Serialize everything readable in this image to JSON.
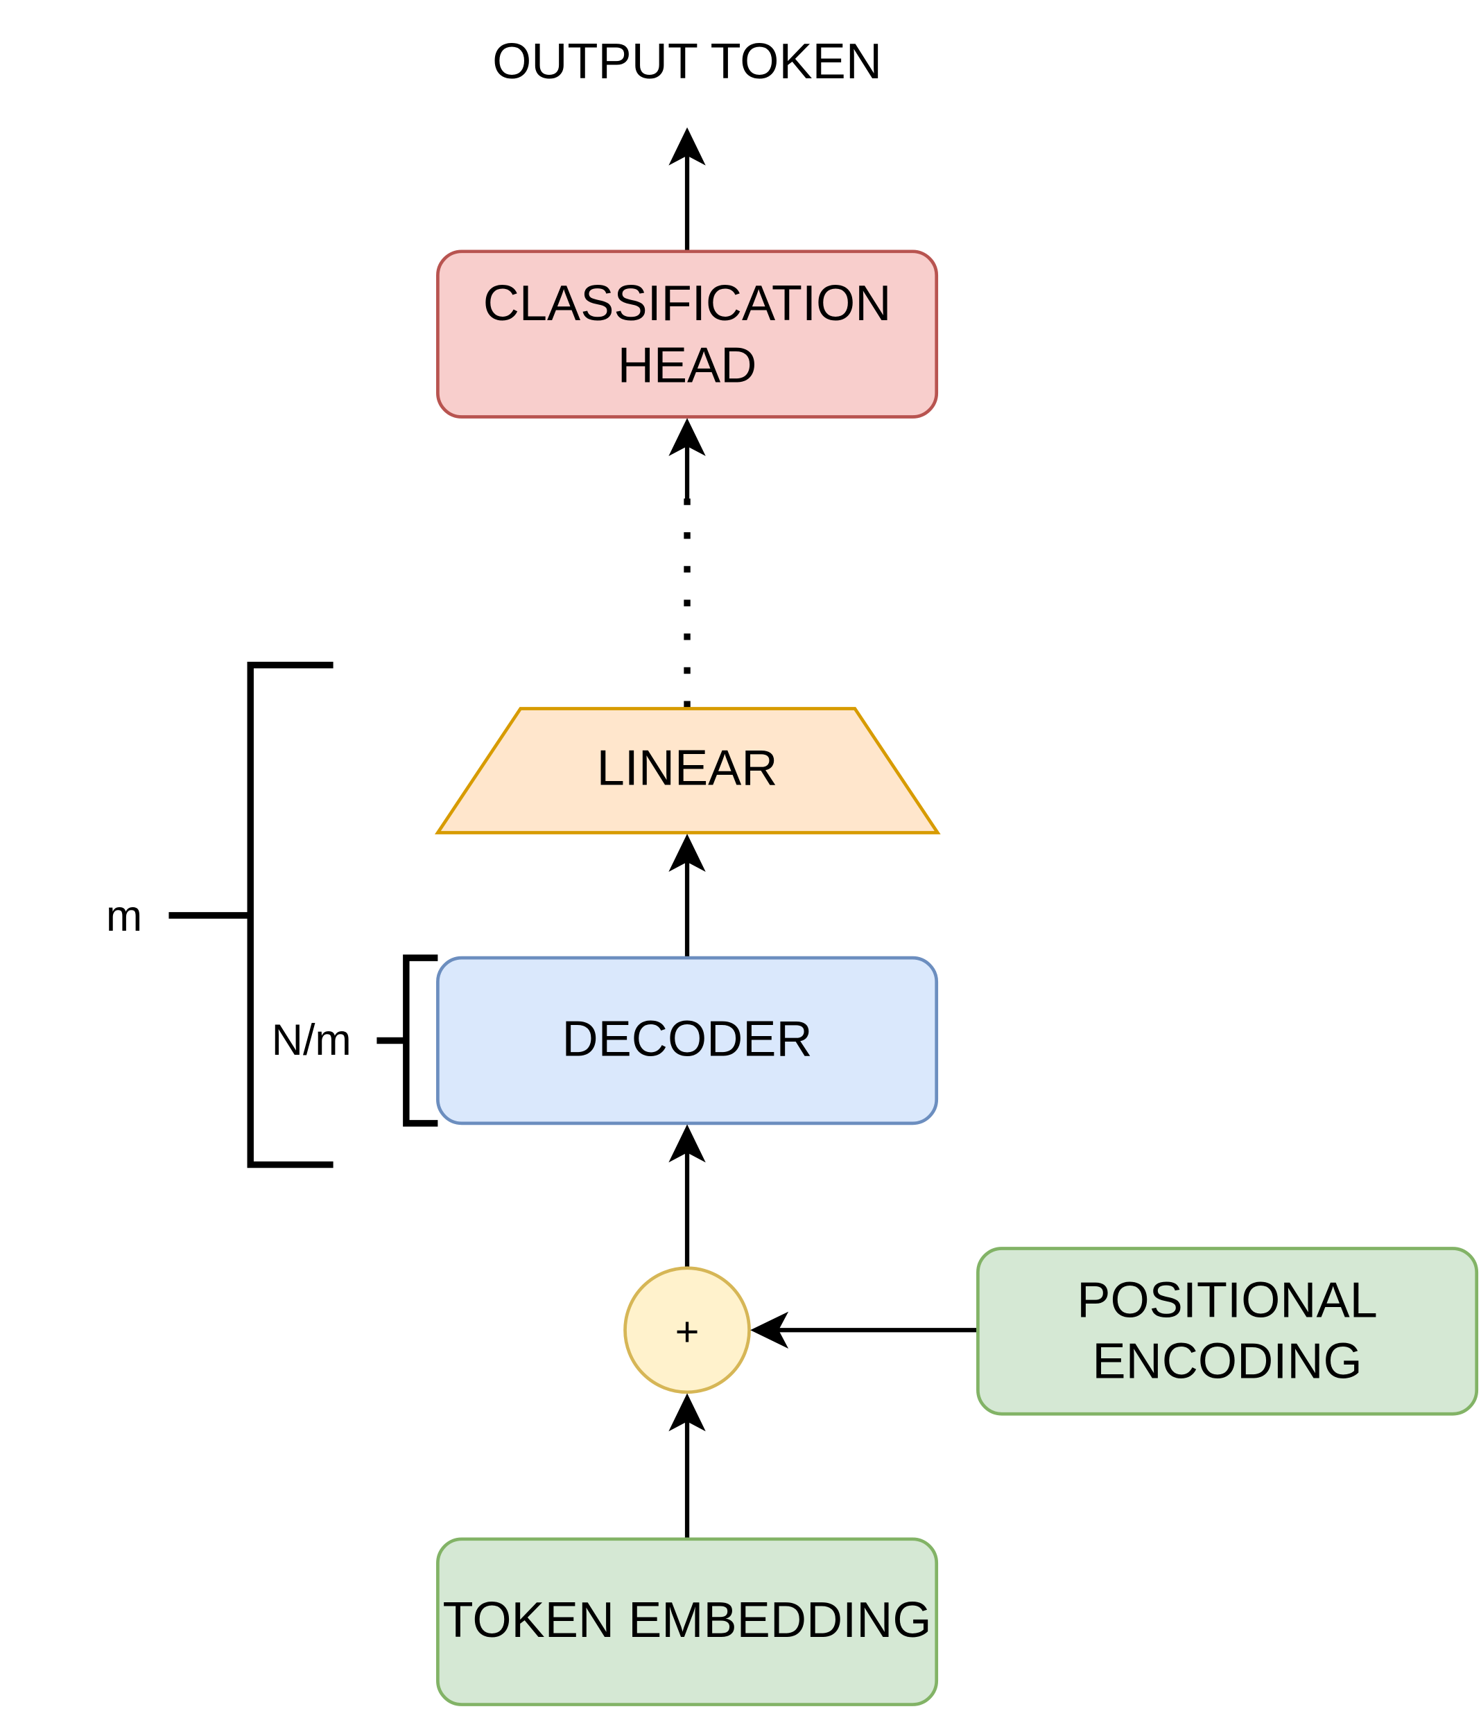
{
  "nodes": {
    "output_token": "OUTPUT TOKEN",
    "classification_head": {
      "line1": "CLASSIFICATION",
      "line2": "HEAD",
      "fill": "#f8cecc",
      "stroke": "#b85450"
    },
    "linear": {
      "label": "LINEAR",
      "fill": "#ffe6cc",
      "stroke": "#d79b00"
    },
    "decoder": {
      "label": "DECODER",
      "fill": "#dae8fc",
      "stroke": "#6c8ebf"
    },
    "add": {
      "label": "+",
      "fill": "#fff2cc",
      "stroke": "#d6b656"
    },
    "positional_encoding": {
      "line1": "POSITIONAL",
      "line2": "ENCODING",
      "fill": "#d5e8d4",
      "stroke": "#82b366"
    },
    "token_embedding": {
      "label": "TOKEN EMBEDDING",
      "fill": "#d5e8d4",
      "stroke": "#82b366"
    }
  },
  "brackets": {
    "outer_label": "m",
    "inner_label": "N/m"
  }
}
